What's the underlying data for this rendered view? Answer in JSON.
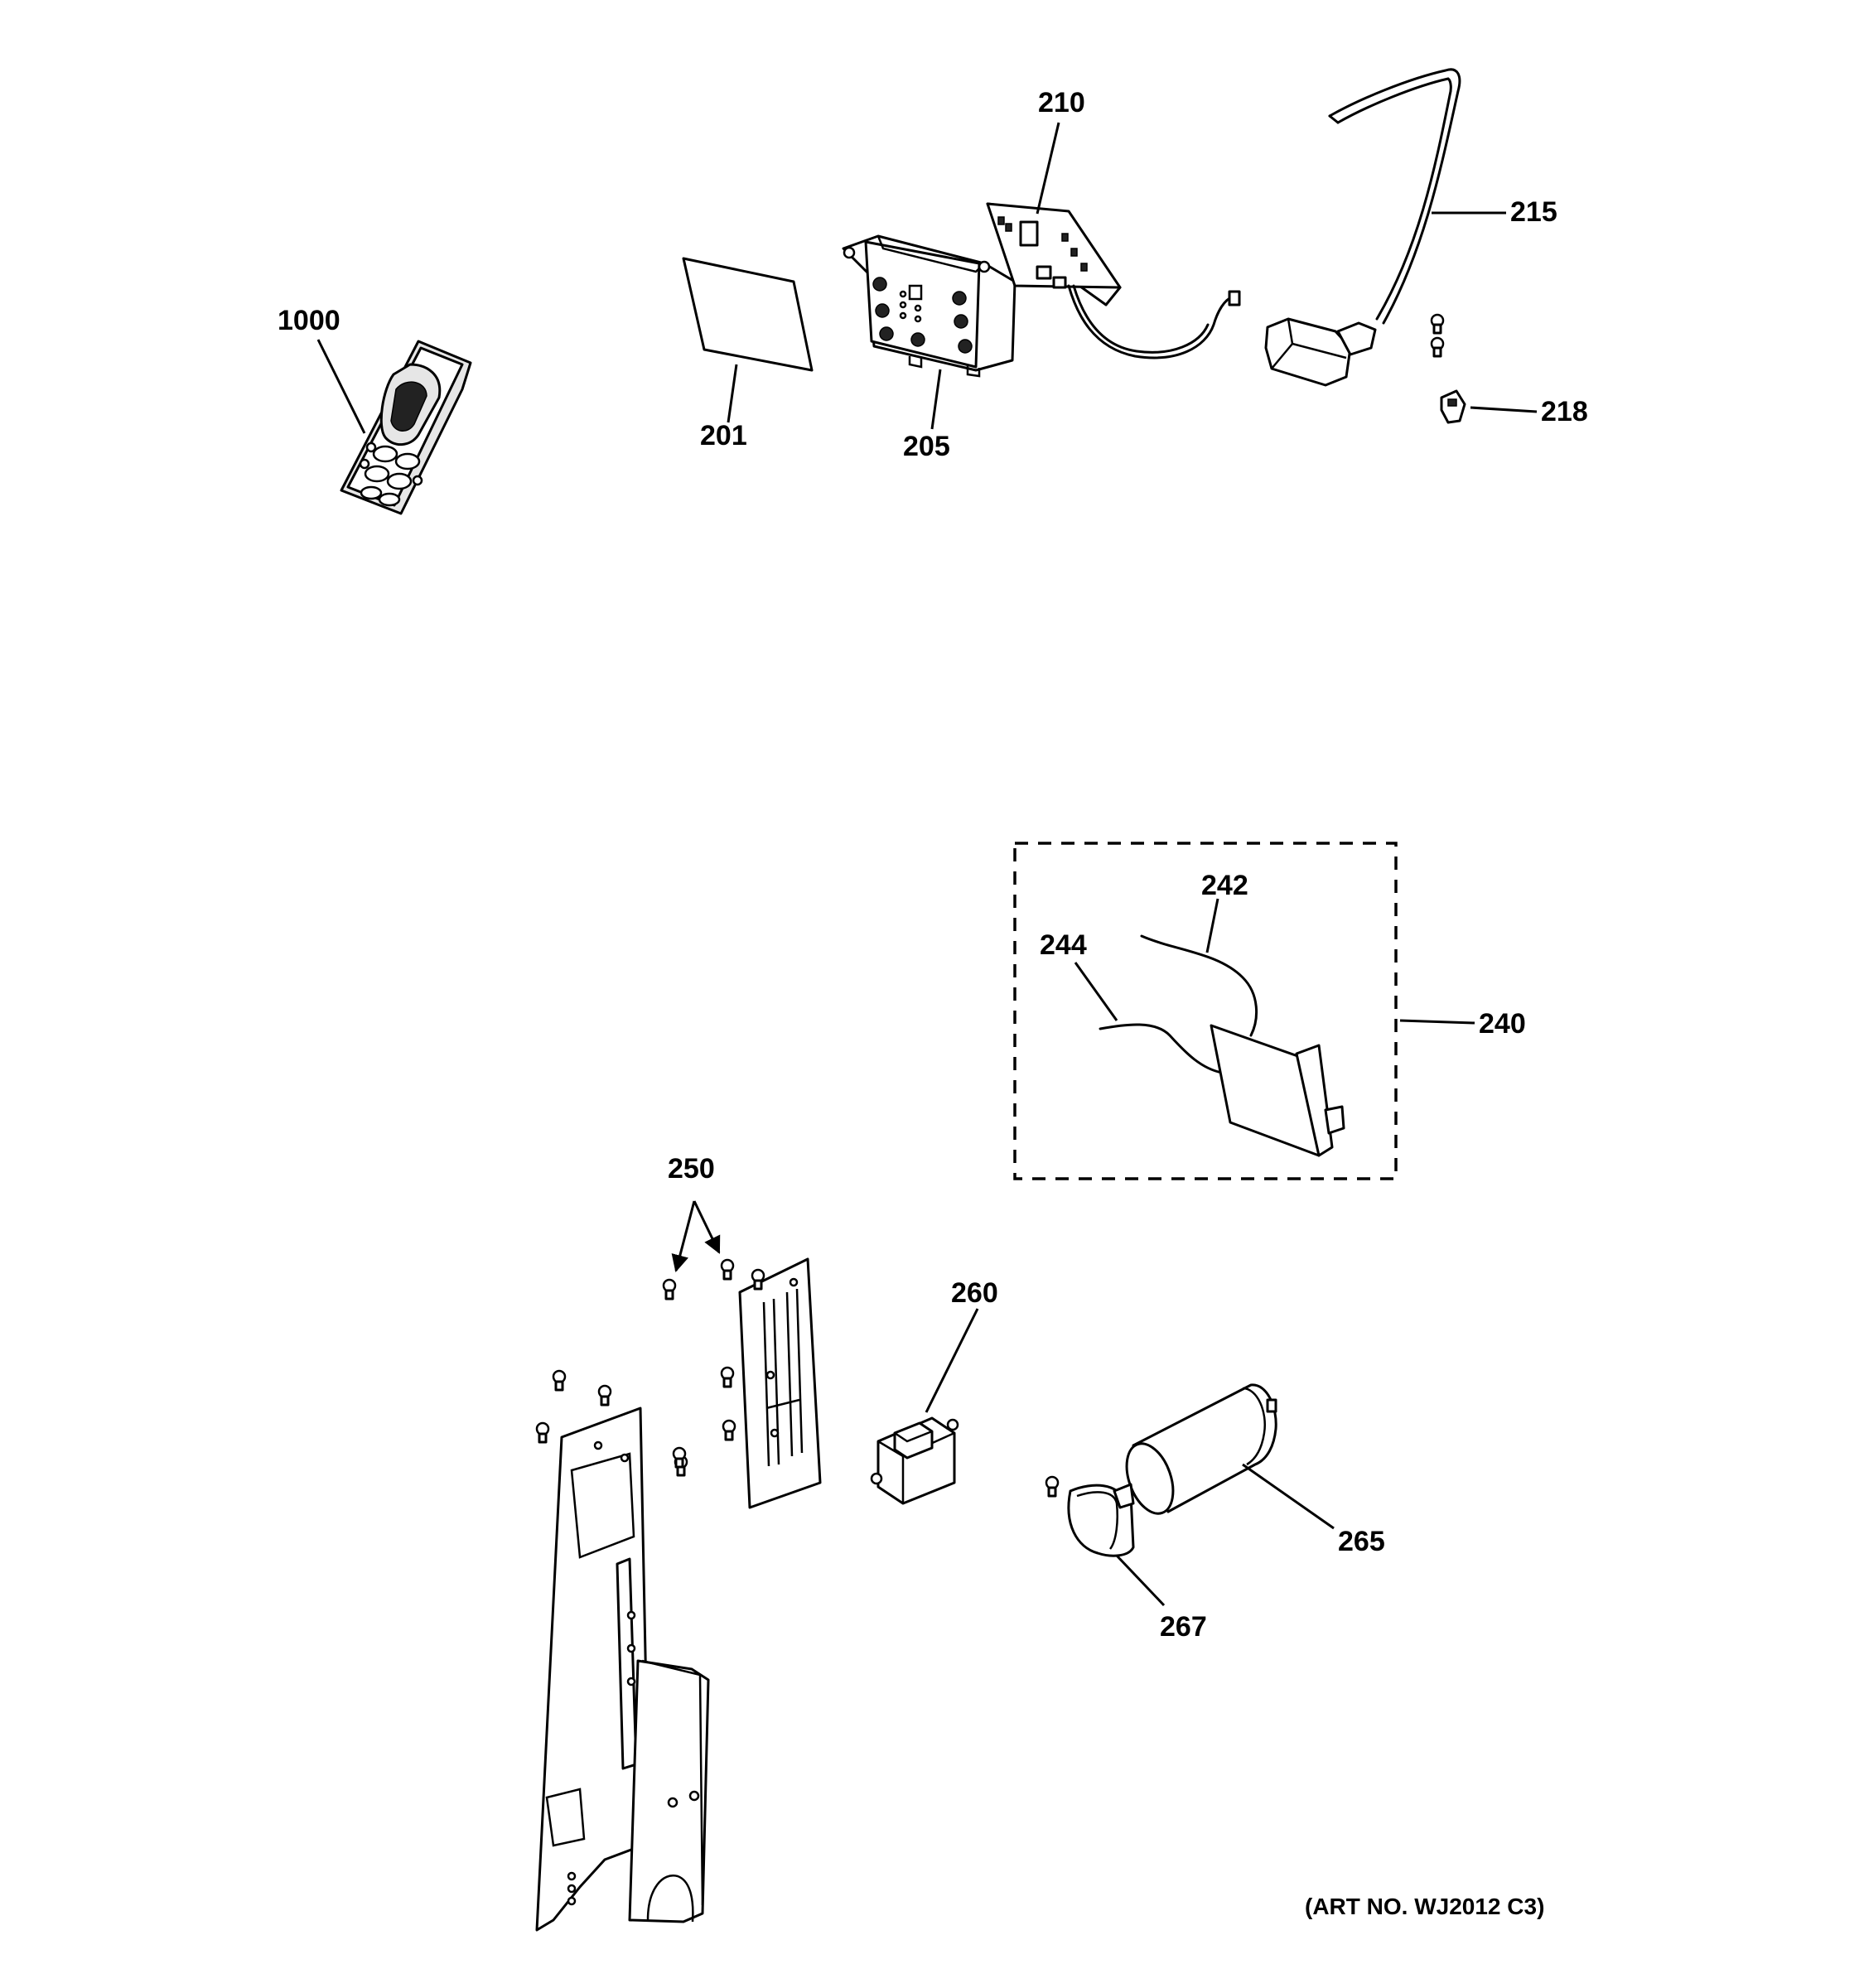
{
  "callouts": {
    "c1000": "1000",
    "c201": "201",
    "c205": "205",
    "c210": "210",
    "c215": "215",
    "c218": "218",
    "c240": "240",
    "c242": "242",
    "c244": "244",
    "c250": "250",
    "c260": "260",
    "c265": "265",
    "c267": "267"
  },
  "art_number": "(ART NO. WJ2012 C3)"
}
